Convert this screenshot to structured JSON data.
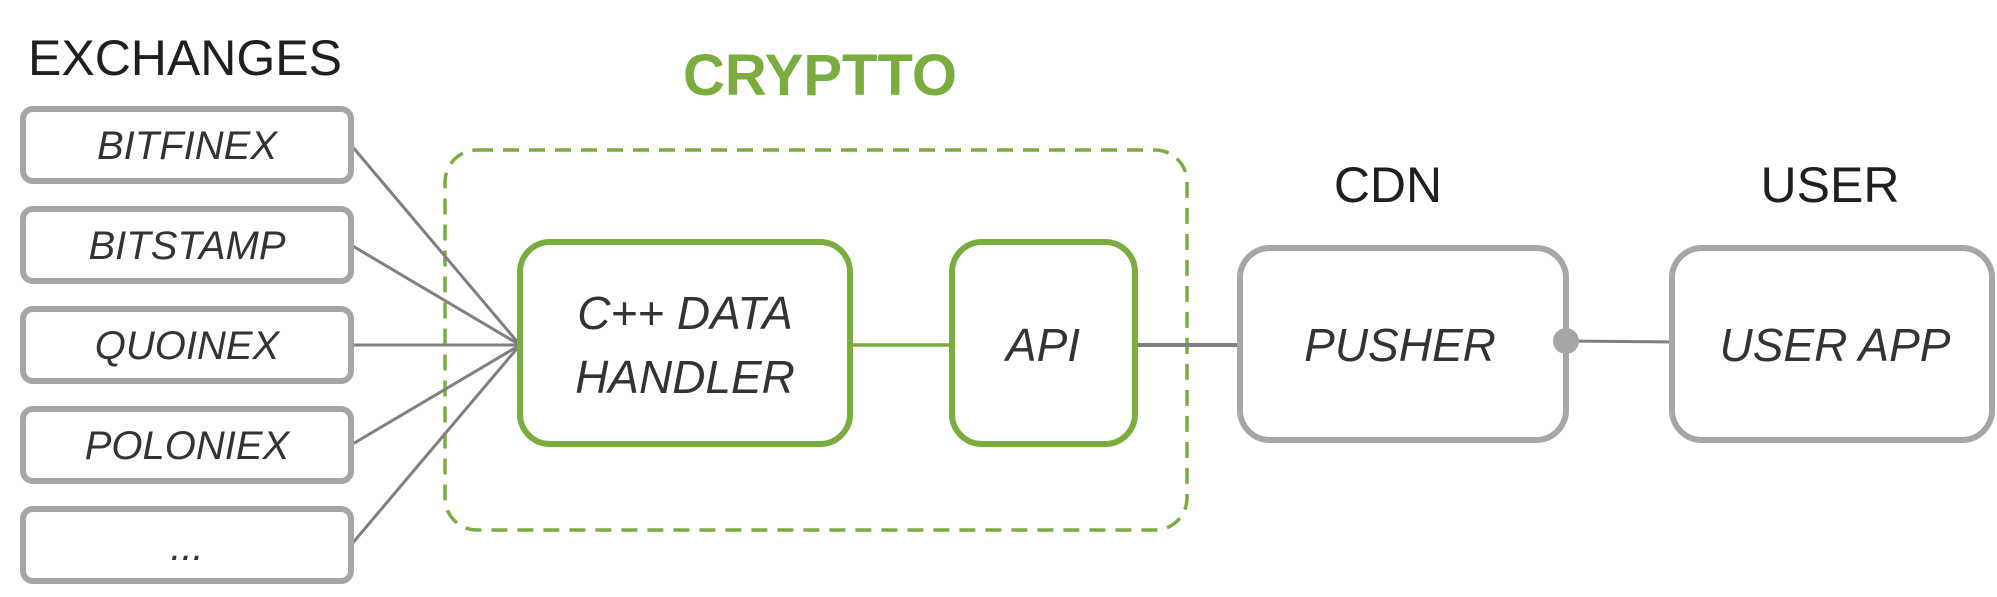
{
  "colors": {
    "accent_green": "#7aac3e",
    "box_gray": "#a6a6a6",
    "line_gray": "#7f7f7f",
    "text_dark": "#333333"
  },
  "headings": {
    "exchanges": "EXCHANGES",
    "brand": "CRYPTTO",
    "cdn": "CDN",
    "user": "USER"
  },
  "exchanges": [
    {
      "label": "BITFINEX"
    },
    {
      "label": "BITSTAMP"
    },
    {
      "label": "QUOINEX"
    },
    {
      "label": "POLONIEX"
    },
    {
      "label": "..."
    }
  ],
  "crypto_components": {
    "handler_line1": "C++ DATA",
    "handler_line2": "HANDLER",
    "api": "API"
  },
  "cdn_component": {
    "label": "PUSHER"
  },
  "user_component": {
    "label": "USER APP"
  }
}
